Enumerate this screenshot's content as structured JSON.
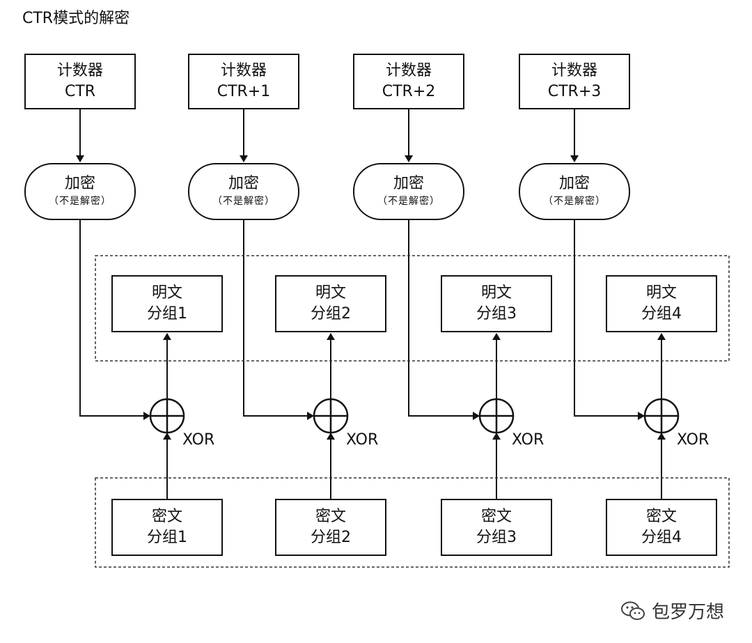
{
  "title": "CTR模式的解密",
  "columns": [
    {
      "counter": {
        "line1": "计数器",
        "line2": "CTR"
      },
      "encrypt": {
        "line1": "加密",
        "line2": "（不是解密）"
      },
      "plaintext": {
        "line1": "明文",
        "line2": "分组1"
      },
      "ciphertext": {
        "line1": "密文",
        "line2": "分组1"
      },
      "xor": "XOR"
    },
    {
      "counter": {
        "line1": "计数器",
        "line2": "CTR+1"
      },
      "encrypt": {
        "line1": "加密",
        "line2": "（不是解密）"
      },
      "plaintext": {
        "line1": "明文",
        "line2": "分组2"
      },
      "ciphertext": {
        "line1": "密文",
        "line2": "分组2"
      },
      "xor": "XOR"
    },
    {
      "counter": {
        "line1": "计数器",
        "line2": "CTR+2"
      },
      "encrypt": {
        "line1": "加密",
        "line2": "（不是解密）"
      },
      "plaintext": {
        "line1": "明文",
        "line2": "分组3"
      },
      "ciphertext": {
        "line1": "密文",
        "line2": "分组3"
      },
      "xor": "XOR"
    },
    {
      "counter": {
        "line1": "计数器",
        "line2": "CTR+3"
      },
      "encrypt": {
        "line1": "加密",
        "line2": "（不是解密）"
      },
      "plaintext": {
        "line1": "明文",
        "line2": "分组4"
      },
      "ciphertext": {
        "line1": "密文",
        "line2": "分组4"
      },
      "xor": "XOR"
    }
  ],
  "watermark": {
    "text": "包罗万想",
    "icon": "wechat-icon"
  }
}
